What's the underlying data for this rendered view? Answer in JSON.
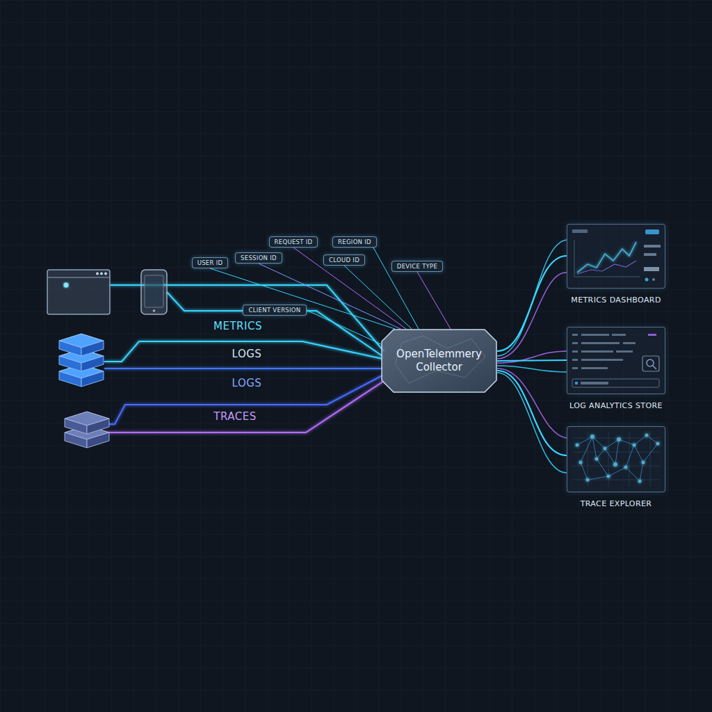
{
  "diagram": {
    "nodes": [
      {
        "text": [
          "REQUEST ID"
        ]
      },
      {
        "text": [
          "REGION ID"
        ]
      },
      {
        "text": [
          "SESSION ID"
        ]
      },
      {
        "text": [
          "CLOUD ID"
        ]
      },
      {
        "text": [
          "USER ID"
        ]
      },
      {
        "text": [
          "DEVICE TYPE"
        ]
      },
      {
        "text": [
          "CLIENT VERSION"
        ]
      },
      {
        "text": [
          "OpenTelemmery Collector"
        ]
      },
      {
        "text": [
          "METRICS DASHBOARD"
        ]
      },
      {
        "text": [
          "LOG ANALYTICS STORE"
        ]
      },
      {
        "text": [
          "TRACE EXPLORER"
        ]
      }
    ],
    "edges": [
      {
        "from": 0,
        "to": 7,
        "arrow": "none"
      },
      {
        "from": 1,
        "to": 7,
        "arrow": "none"
      },
      {
        "from": 2,
        "to": 7,
        "arrow": "none"
      },
      {
        "from": 3,
        "to": 7,
        "arrow": "none"
      },
      {
        "from": 4,
        "to": 7,
        "arrow": "none"
      },
      {
        "from": 5,
        "to": 7,
        "arrow": "none"
      },
      {
        "from": 6,
        "to": 7,
        "arrow": "none"
      },
      {
        "from": 7,
        "to": 8,
        "arrow": "none"
      },
      {
        "from": 7,
        "to": 9,
        "arrow": "none"
      },
      {
        "from": 7,
        "to": 10,
        "arrow": "none"
      }
    ],
    "labels": [
      "METRICS",
      "LOGS",
      "LOGS",
      "TRACES"
    ]
  }
}
